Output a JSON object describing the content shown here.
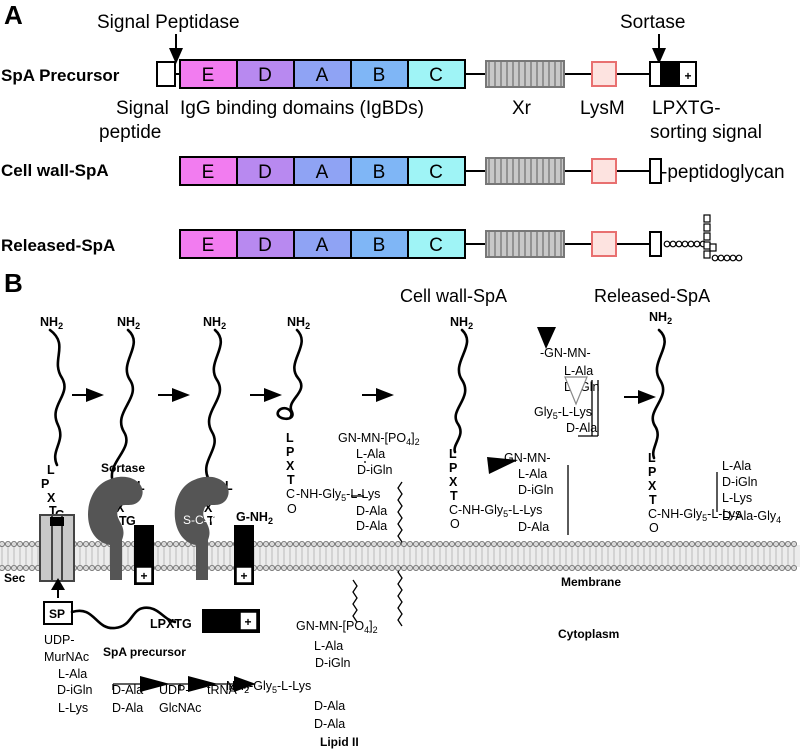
{
  "panelA": {
    "label": "A",
    "signal_peptidase": "Signal Peptidase",
    "sortase": "Sortase",
    "rows": {
      "precursor": "SpA Precursor",
      "cellwall": "Cell wall-SpA",
      "released": "Released-SpA"
    },
    "domains": [
      "E",
      "D",
      "A",
      "B",
      "C"
    ],
    "plus": "+",
    "labels": {
      "signal": "Signal",
      "peptide": "peptide",
      "igbd": "IgG binding domains (IgBDs)",
      "xr": "Xr",
      "lysm": "LysM",
      "lpxtg": "LPXTG-",
      "sorting": "sorting signal",
      "peptidoglycan": "-peptidoglycan"
    },
    "colors": {
      "E": "#f27cf0",
      "D": "#b889f0",
      "A": "#8fa3f4",
      "B": "#7fb6f6",
      "C": "#9ff4f6",
      "xr": "#bdbdbd",
      "lysm": "#fde3e0",
      "lysm_border": "#e87070"
    }
  },
  "panelB": {
    "label": "B",
    "cellwall_title": "Cell wall-SpA",
    "released_title": "Released-SpA",
    "nh2": "NH",
    "nh2_sub": "2",
    "sortase": "Sortase",
    "sec": "Sec",
    "sp": "SP",
    "lpxtg_tail": "LPXTG",
    "precursor_label": "SpA precursor",
    "membrane": "Membrane",
    "cytoplasm": "Cytoplasm",
    "lipid2": "Lipid II",
    "g_nh2": "G-NH",
    "membrane_color": "#d9d9d9",
    "sortase_color": "#555555"
  }
}
